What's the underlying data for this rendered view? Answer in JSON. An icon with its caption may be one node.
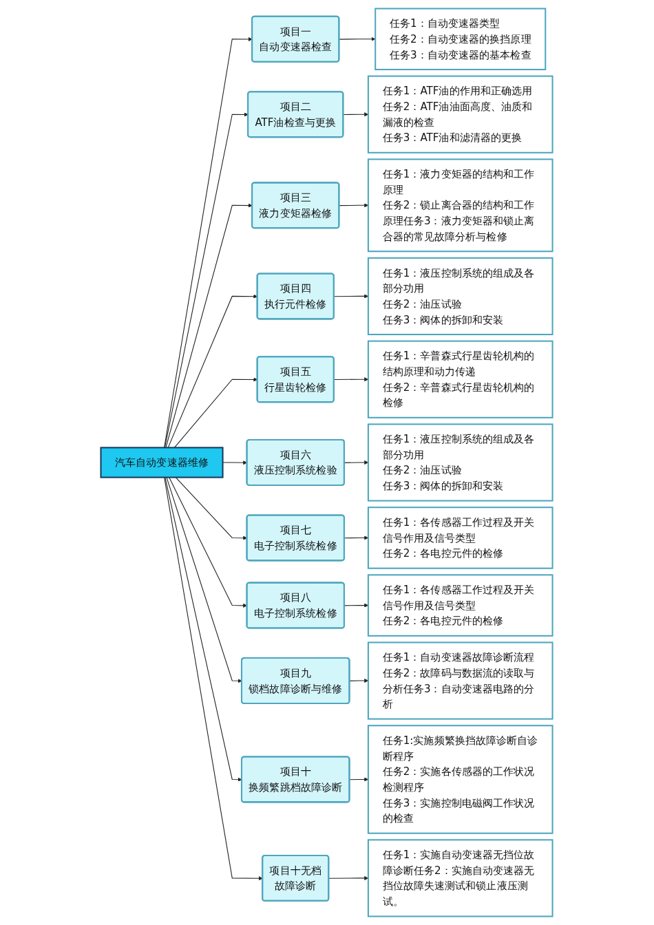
{
  "diagram": {
    "nodes": [
      {
        "text": [
          "汽车自动变速器维修"
        ]
      },
      {
        "text": [
          "项目一",
          "自动变速器检查"
        ]
      },
      {
        "text": [
          "任务1：自动变速器类型",
          "任务2：自动变速器的换挡原理",
          "任务3：自动变速器的基本检查"
        ]
      },
      {
        "text": [
          "项目二",
          "ATF油检查与更换"
        ]
      },
      {
        "text": [
          "任务1：ATF油的作用和正确选用",
          "任务2：ATF油油面高度、油质和漏液的检查",
          "任务3：ATF油和滤清器的更换"
        ]
      },
      {
        "text": [
          "项目三",
          "液力变矩器检修"
        ]
      },
      {
        "text": [
          "任务1：液力变矩器的结构和工作原理",
          "任务2：锁止离合器的结构和工作原理任务3：液力变矩器和锁止离合器的常见故障分析与检修"
        ]
      },
      {
        "text": [
          "项目四",
          "执行元件检修"
        ]
      },
      {
        "text": [
          "任务1：液压控制系统的组成及各部分功用",
          "任务2：油压试验",
          "任务3：阀体的拆卸和安装"
        ]
      },
      {
        "text": [
          "项目五",
          "行星齿轮检修"
        ]
      },
      {
        "text": [
          "任务1：辛普森式行星齿轮机构的结构原理和动力传递",
          "任务2：辛普森式行星齿轮机构的检修"
        ]
      },
      {
        "text": [
          "项目六",
          "液压控制系统检验"
        ]
      },
      {
        "text": [
          "任务1：液压控制系统的组成及各部分功用",
          "任务2：油压试验",
          "任务3：阀体的拆卸和安装"
        ]
      },
      {
        "text": [
          "项目七",
          "电子控制系统检修"
        ]
      },
      {
        "text": [
          "任务1：各传感器工作过程及开关信号作用及信号类型",
          "任务2：各电控元件的检修"
        ]
      },
      {
        "text": [
          "项目八",
          "电子控制系统检修"
        ]
      },
      {
        "text": [
          "任务1：各传感器工作过程及开关信号作用及信号类型",
          "任务2：各电控元件的检修"
        ]
      },
      {
        "text": [
          "项目九",
          "锁档故障诊断与维修"
        ]
      },
      {
        "text": [
          "任务1：自动变速器故障诊断流程任务2：故障码与数据流的读取与分析任务3：自动变速器电路的分析"
        ]
      },
      {
        "text": [
          "项目十",
          "换频繁跳档故障诊断"
        ]
      },
      {
        "text": [
          "任务1:实施频繁换挡故障诊断自诊断程序",
          "任务2：实施各传感器的工作状况检测程序",
          "任务3：实施控制电磁阀工作状况的检查"
        ]
      },
      {
        "text": [
          "项目十无档",
          "故障诊断"
        ]
      },
      {
        "text": [
          "任务1：实施自动变速器无挡位故障诊断任务2：实施自动变速器无挡位故障失速测试和锁止液压测试。"
        ]
      }
    ],
    "edges": [
      {
        "from": 0,
        "to": 1,
        "arrow": "to"
      },
      {
        "from": 1,
        "to": 2,
        "arrow": "to"
      },
      {
        "from": 0,
        "to": 3,
        "arrow": "to"
      },
      {
        "from": 3,
        "to": 4,
        "arrow": "to"
      },
      {
        "from": 0,
        "to": 5,
        "arrow": "to"
      },
      {
        "from": 5,
        "to": 6,
        "arrow": "to"
      },
      {
        "from": 0,
        "to": 7,
        "arrow": "to"
      },
      {
        "from": 7,
        "to": 8,
        "arrow": "to"
      },
      {
        "from": 0,
        "to": 9,
        "arrow": "to"
      },
      {
        "from": 9,
        "to": 10,
        "arrow": "to"
      },
      {
        "from": 0,
        "to": 11,
        "arrow": "to"
      },
      {
        "from": 11,
        "to": 12,
        "arrow": "to"
      },
      {
        "from": 0,
        "to": 13,
        "arrow": "to"
      },
      {
        "from": 13,
        "to": 14,
        "arrow": "to"
      },
      {
        "from": 0,
        "to": 15,
        "arrow": "to"
      },
      {
        "from": 15,
        "to": 16,
        "arrow": "to"
      },
      {
        "from": 0,
        "to": 17,
        "arrow": "to"
      },
      {
        "from": 17,
        "to": 18,
        "arrow": "to"
      },
      {
        "from": 0,
        "to": 19,
        "arrow": "to"
      },
      {
        "from": 19,
        "to": 20,
        "arrow": "to"
      },
      {
        "from": 0,
        "to": 21,
        "arrow": "to"
      },
      {
        "from": 21,
        "to": 22,
        "arrow": "to"
      }
    ]
  }
}
